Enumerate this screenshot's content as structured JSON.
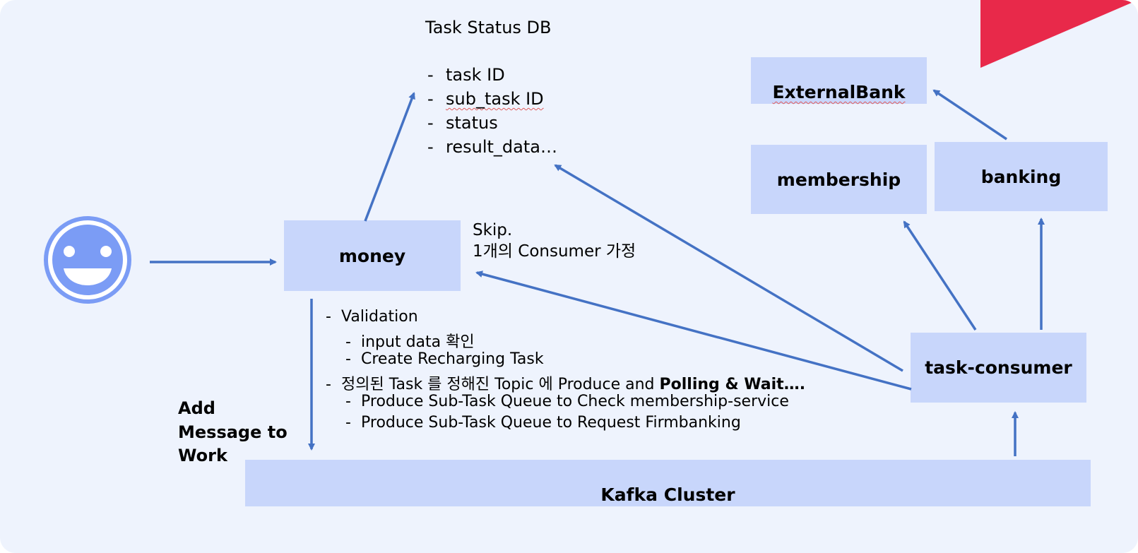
{
  "colors": {
    "background": "#eef3fd",
    "box": "#c8d6fb",
    "arrow": "#4472c4",
    "accent": "#e8294a",
    "face": "#7b9cf5"
  },
  "icons": {
    "user": "smiley-face-icon",
    "corner": "red-triangle-icon"
  },
  "db": {
    "title": "Task Status DB",
    "fields": [
      "task ID",
      "sub_task ID",
      "status",
      "result_data…"
    ]
  },
  "boxes": {
    "money": "money",
    "external_bank": "ExternalBank",
    "membership": "membership",
    "banking": "banking",
    "task_consumer": "task-consumer",
    "kafka": "Kafka Cluster"
  },
  "skip_note": {
    "line1": "Skip.",
    "line2": "1개의 Consumer 가정"
  },
  "add_message": {
    "line1": "Add",
    "line2": "Message to",
    "line3": "Work"
  },
  "process_notes": {
    "validation": "Validation",
    "input_check": "input data 확인",
    "create_task": "Create Recharging Task",
    "produce_prefix": "정의된 Task 를 정해진 Topic 에 Produce and",
    "produce_bold": "Polling & Wait….",
    "sub_task_membership": "Produce Sub-Task Queue to Check membership-service",
    "sub_task_firmbanking": "Produce Sub-Task Queue to Request Firmbanking"
  }
}
